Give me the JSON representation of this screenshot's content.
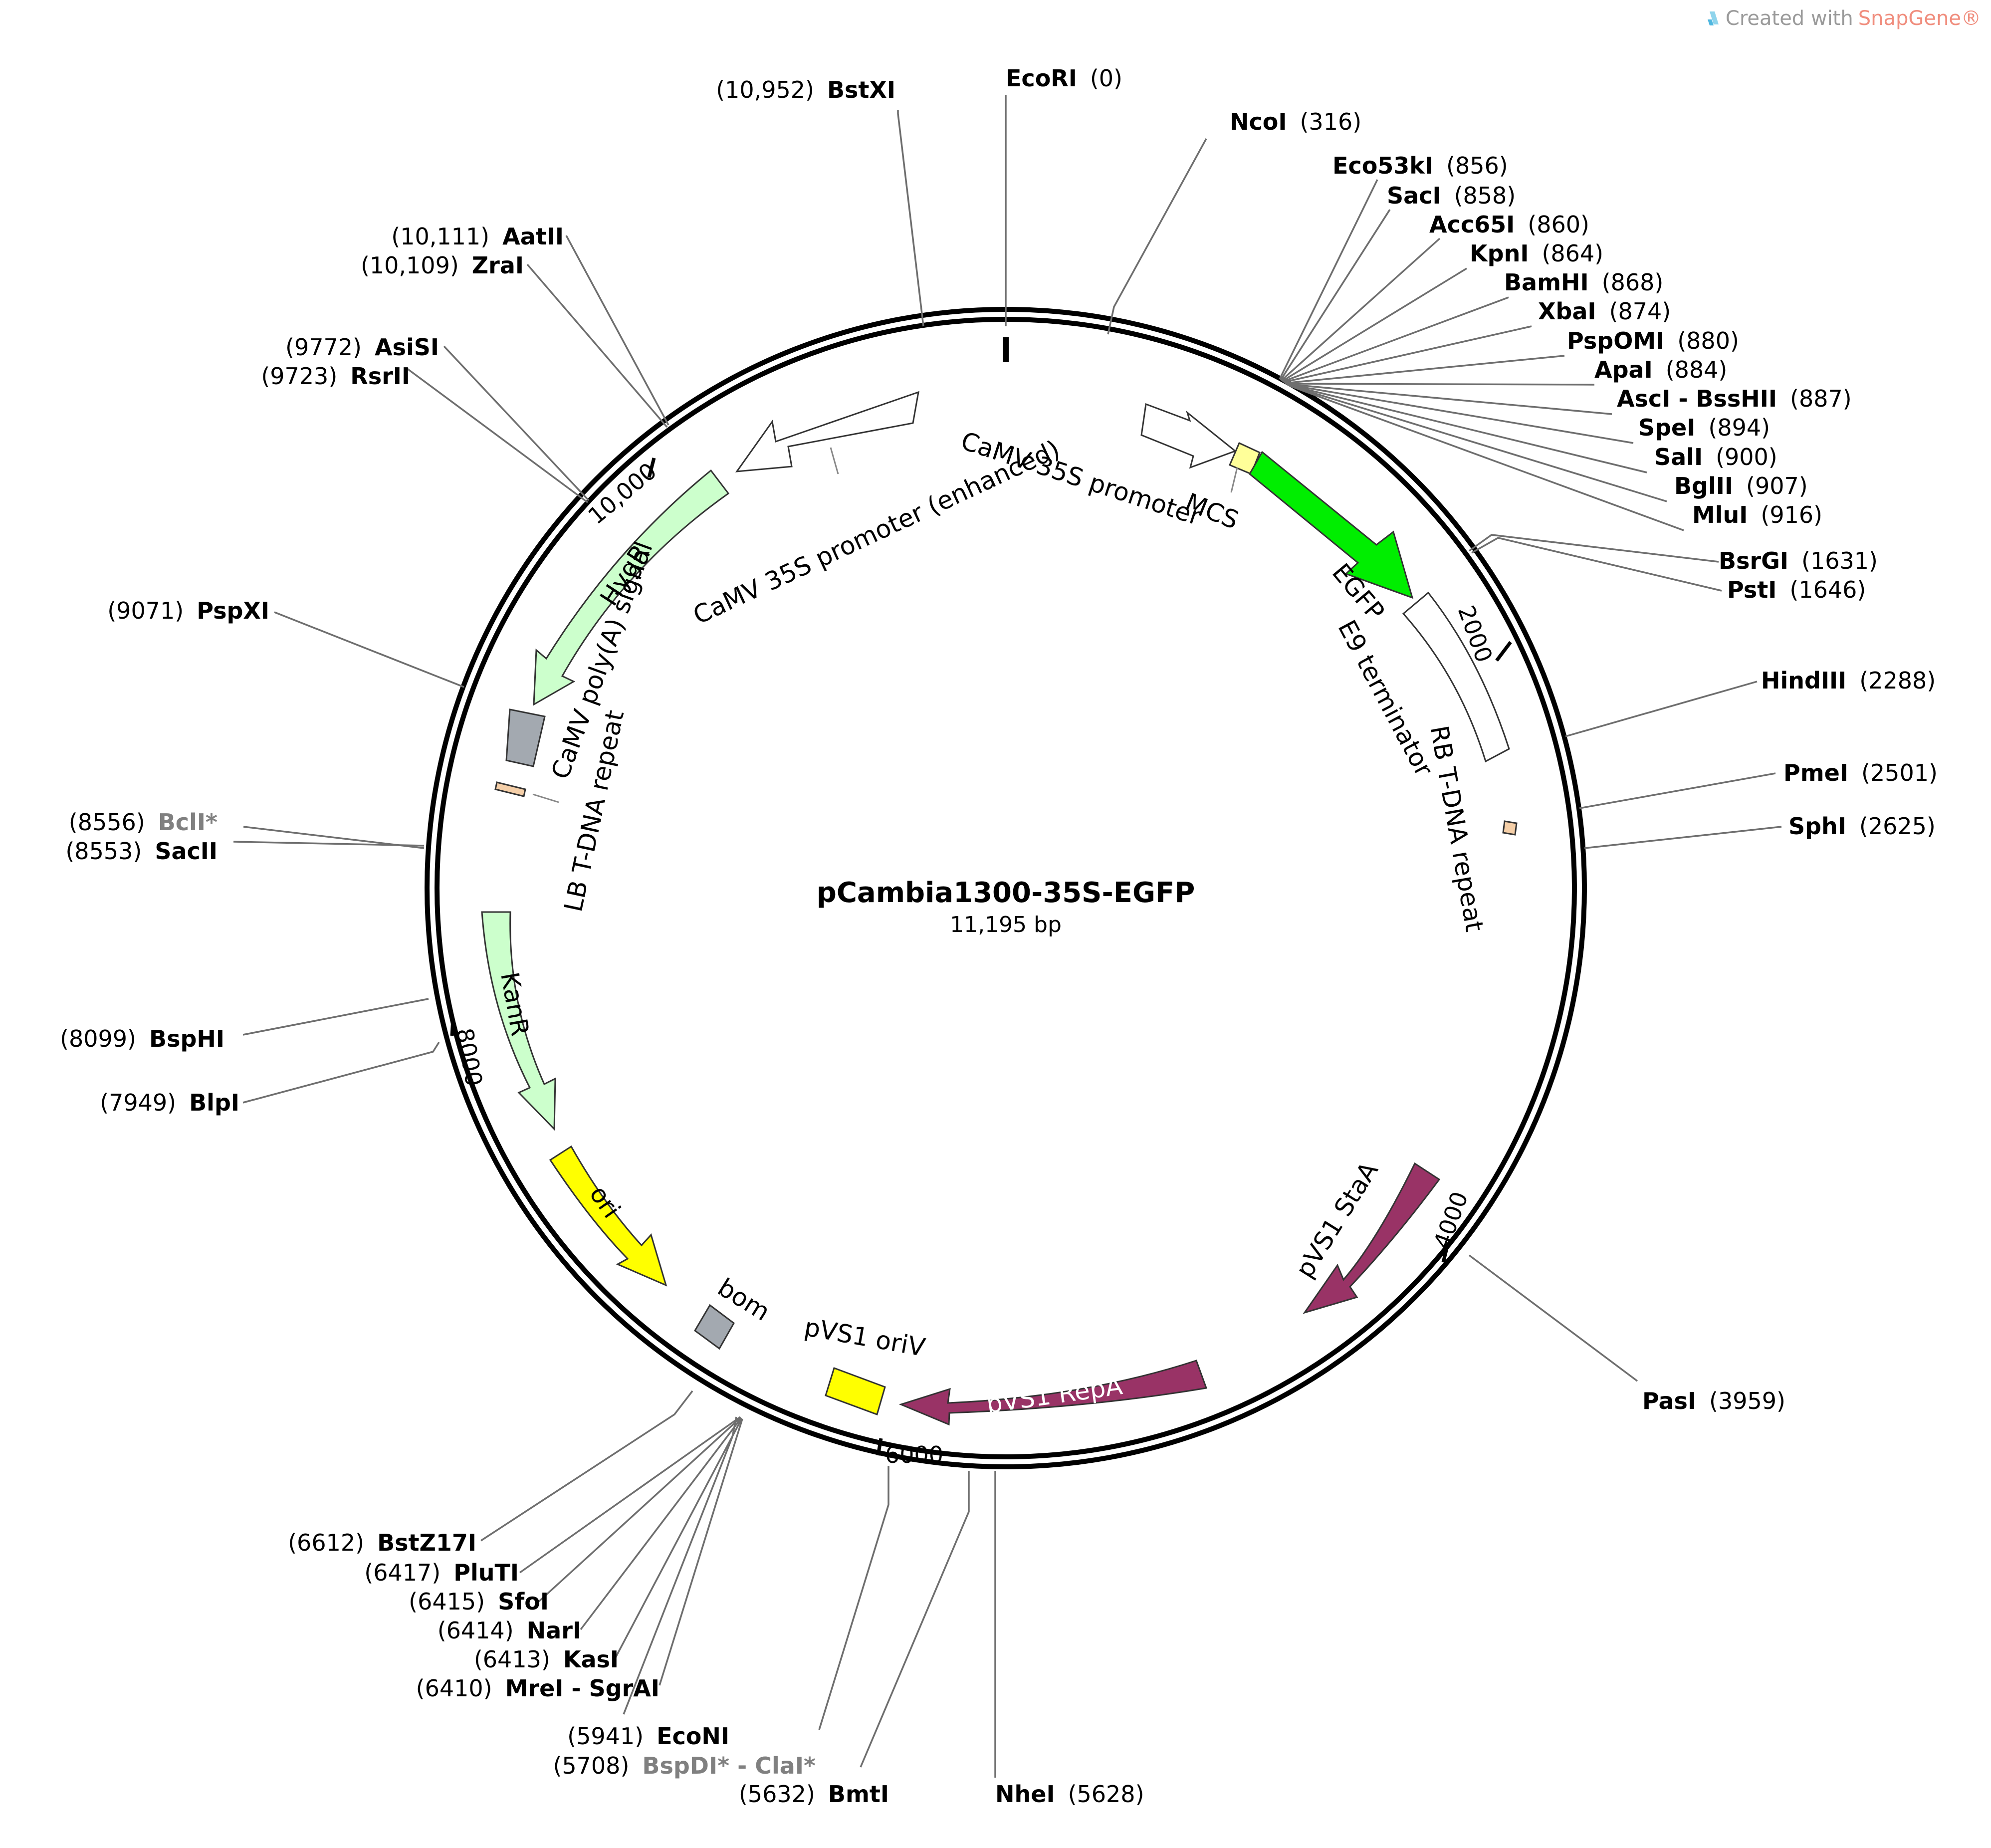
{
  "watermark": {
    "prefix": "Created with",
    "brand": "SnapGene®",
    "icon": "snapgene-logo-icon"
  },
  "plasmid": {
    "name": "pCambia1300-35S-EGFP",
    "length_label": "11,195 bp"
  },
  "ticks": [
    "10,000",
    "2000",
    "4000",
    "6000",
    "8000"
  ],
  "sites": [
    {
      "name": "BstXI",
      "pos": "(10,952)"
    },
    {
      "name": "EcoRI",
      "pos": "(0)"
    },
    {
      "name": "NcoI",
      "pos": "(316)"
    },
    {
      "name": "Eco53kI",
      "pos": "(856)"
    },
    {
      "name": "SacI",
      "pos": "(858)"
    },
    {
      "name": "Acc65I",
      "pos": "(860)"
    },
    {
      "name": "KpnI",
      "pos": "(864)"
    },
    {
      "name": "BamHI",
      "pos": "(868)"
    },
    {
      "name": "XbaI",
      "pos": "(874)"
    },
    {
      "name": "PspOMI",
      "pos": "(880)"
    },
    {
      "name": "ApaI",
      "pos": "(884)"
    },
    {
      "name": "AscI - BssHII",
      "pos": "(887)"
    },
    {
      "name": "SpeI",
      "pos": "(894)"
    },
    {
      "name": "SalI",
      "pos": "(900)"
    },
    {
      "name": "BglII",
      "pos": "(907)"
    },
    {
      "name": "MluI",
      "pos": "(916)"
    },
    {
      "name": "BsrGI",
      "pos": "(1631)"
    },
    {
      "name": "PstI",
      "pos": "(1646)"
    },
    {
      "name": "HindIII",
      "pos": "(2288)"
    },
    {
      "name": "PmeI",
      "pos": "(2501)"
    },
    {
      "name": "SphI",
      "pos": "(2625)"
    },
    {
      "name": "PasI",
      "pos": "(3959)"
    },
    {
      "name": "NheI",
      "pos": "(5628)"
    },
    {
      "name": "BmtI",
      "pos": "(5632)"
    },
    {
      "name": "BspDI* - ClaI*",
      "pos": "(5708)",
      "muted": true
    },
    {
      "name": "EcoNI",
      "pos": "(5941)"
    },
    {
      "name": "MreI - SgrAI",
      "pos": "(6410)"
    },
    {
      "name": "KasI",
      "pos": "(6413)"
    },
    {
      "name": "NarI",
      "pos": "(6414)"
    },
    {
      "name": "SfoI",
      "pos": "(6415)"
    },
    {
      "name": "PluTI",
      "pos": "(6417)"
    },
    {
      "name": "BstZ17I",
      "pos": "(6612)"
    },
    {
      "name": "BlpI",
      "pos": "(7949)"
    },
    {
      "name": "BspHI",
      "pos": "(8099)"
    },
    {
      "name": "SacII",
      "pos": "(8553)"
    },
    {
      "name": "BclI*",
      "pos": "(8556)",
      "muted": true
    },
    {
      "name": "PspXI",
      "pos": "(9071)"
    },
    {
      "name": "RsrII",
      "pos": "(9723)"
    },
    {
      "name": "AsiSI",
      "pos": "(9772)"
    },
    {
      "name": "ZraI",
      "pos": "(10,109)"
    },
    {
      "name": "AatII",
      "pos": "(10,111)"
    }
  ],
  "features": [
    {
      "label": "CaMV 35S promoter (enhanced)",
      "color": "#ffffff"
    },
    {
      "label": "CaMV 35S promoter",
      "color": "#ffffff"
    },
    {
      "label": "MCS",
      "color": "#ffff99"
    },
    {
      "label": "EGFP",
      "color": "#00ee00"
    },
    {
      "label": "E9 terminator",
      "color": "#ffffff"
    },
    {
      "label": "RB T-DNA repeat",
      "color": "#f5cfa8"
    },
    {
      "label": "pVS1 StaA",
      "color": "#993366"
    },
    {
      "label": "pVS1 RepA",
      "color": "#993366"
    },
    {
      "label": "pVS1 oriV",
      "color": "#ffff00"
    },
    {
      "label": "bom",
      "color": "#a3a9b0"
    },
    {
      "label": "ori",
      "color": "#ffff00"
    },
    {
      "label": "KanR",
      "color": "#ccffcc"
    },
    {
      "label": "LB T-DNA repeat",
      "color": "#f5cfa8"
    },
    {
      "label": "CaMV poly(A) signal",
      "color": "#a3a9b0"
    },
    {
      "label": "HygR",
      "color": "#ccffcc"
    }
  ]
}
